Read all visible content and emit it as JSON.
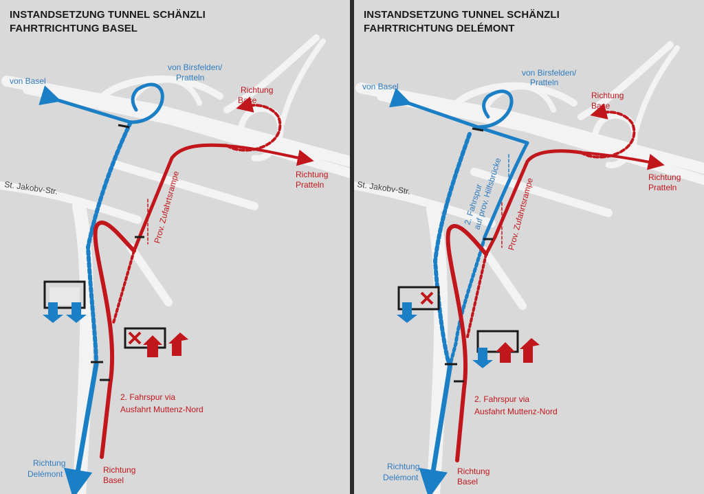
{
  "colors": {
    "background": "#d9d9d9",
    "road": "#f3f3f3",
    "blue": "#1b7fc6",
    "red": "#c0161c",
    "divider": "#2b2b2b"
  },
  "panels": [
    {
      "title_line1": "INSTANDSETZUNG TUNNEL SCHÄNZLI",
      "title_line2": "FAHRTRICHTUNG BASEL",
      "labels": {
        "von_basel": "von Basel",
        "von_birsfelden_1": "von Birsfelden/",
        "von_birsfelden_2": "Pratteln",
        "richtung_base_1": "Richtung",
        "richtung_base_2": "Base",
        "richtung_pratteln_1": "Richtung",
        "richtung_pratteln_2": "Pratteln",
        "st_jakob": "St. Jakobv-Str.",
        "prov_zufahrtsrampe": "Prov. Zufahrtsrampe",
        "fahrspur_1": "2. Fahrspur via",
        "fahrspur_2": "Ausfahrt Muttenz-Nord",
        "richtung_delemont_1": "Richtung",
        "richtung_delemont_2": "Delémont",
        "richtung_basel_1": "Richtung",
        "richtung_basel_2": "Basel"
      }
    },
    {
      "title_line1": "INSTANDSETZUNG TUNNEL SCHÄNZLI",
      "title_line2": "FAHRTRICHTUNG DELÉMONT",
      "labels": {
        "von_basel": "von Basel",
        "von_birsfelden_1": "von Birsfelden/",
        "von_birsfelden_2": "Pratteln",
        "richtung_base_1": "Richtung",
        "richtung_base_2": "Base",
        "richtung_pratteln_1": "Richtung",
        "richtung_pratteln_2": "Pratteln",
        "st_jakob": "St. Jakobv-Str.",
        "prov_zufahrtsrampe": "Prov. Zufahrtsrampe",
        "hilfsbruecke_1": "2. Fahrspur",
        "hilfsbruecke_2": "auf prov. Hilfsbrücke",
        "fahrspur_1": "2. Fahrspur via",
        "fahrspur_2": "Ausfahrt Muttenz-Nord",
        "richtung_delemont_1": "Richtung",
        "richtung_delemont_2": "Delémont",
        "richtung_basel_1": "Richtung",
        "richtung_basel_2": "Basel"
      }
    }
  ]
}
